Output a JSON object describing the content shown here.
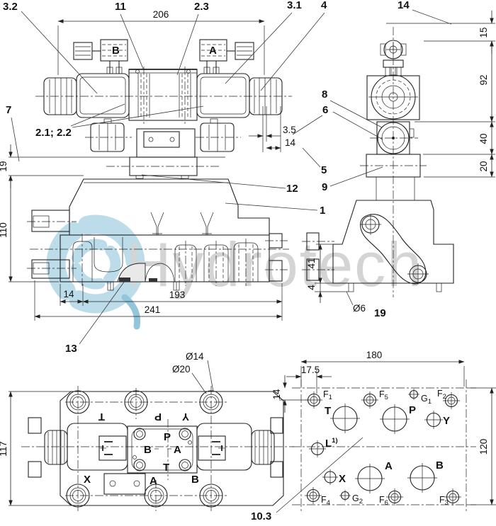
{
  "watermark": {
    "text": "Hydrotech",
    "logo_blue": "#b9dbe9",
    "logo_blue_dark": "#8fc3da",
    "text_gray": "#d2d2d2"
  },
  "callouts": {
    "c1": "1",
    "c2_1_2_2": "2.1; 2.2",
    "c2_3": "2.3",
    "c3_1": "3.1",
    "c3_2": "3.2",
    "c4": "4",
    "c5": "5",
    "c6": "6",
    "c7": "7",
    "c8": "8",
    "c9": "9",
    "c11": "11",
    "c12": "12",
    "c13": "13",
    "c14": "14",
    "c19": "19",
    "c10_3": "10.3"
  },
  "front_view": {
    "coil_b": "B",
    "coil_a": "A",
    "dims": {
      "d206": "206",
      "d19": "19",
      "d110": "110",
      "d3_5": "3.5",
      "d14": "14",
      "d14b": "14",
      "d193": "193",
      "d241": "241",
      "dia14": "Ø14",
      "dia20": "Ø20"
    }
  },
  "side_view": {
    "dims": {
      "d15": "15",
      "d92": "92",
      "d40": "40",
      "d20": "20",
      "d41": "41",
      "d4": "4"
    },
    "dia6": "Ø6"
  },
  "plan_view": {
    "dim117": "117",
    "ports_rotated": {
      "t": "T",
      "p": "P",
      "y": "Y"
    },
    "interface": {
      "p": "P",
      "b": "B",
      "a": "A",
      "t": "T"
    },
    "ports_bottom": {
      "x": "X",
      "a": "A",
      "b": "B"
    }
  },
  "port_pattern": {
    "dims": {
      "d180": "180",
      "d17_5": "17.5",
      "d14": "14",
      "d120": "120"
    },
    "labels": {
      "f1": [
        "F",
        "1"
      ],
      "f2": [
        "F",
        "2"
      ],
      "f3": [
        "F",
        "3"
      ],
      "f4": [
        "F",
        "4"
      ],
      "f5": [
        "F",
        "5"
      ],
      "f6": [
        "F",
        "6"
      ],
      "g1": [
        "G",
        "1"
      ],
      "g2": [
        "G",
        "2"
      ],
      "t": "T",
      "p": "P",
      "y": "Y",
      "x": "X",
      "a": "A",
      "b": "B",
      "l": [
        "L",
        "1)"
      ]
    }
  }
}
